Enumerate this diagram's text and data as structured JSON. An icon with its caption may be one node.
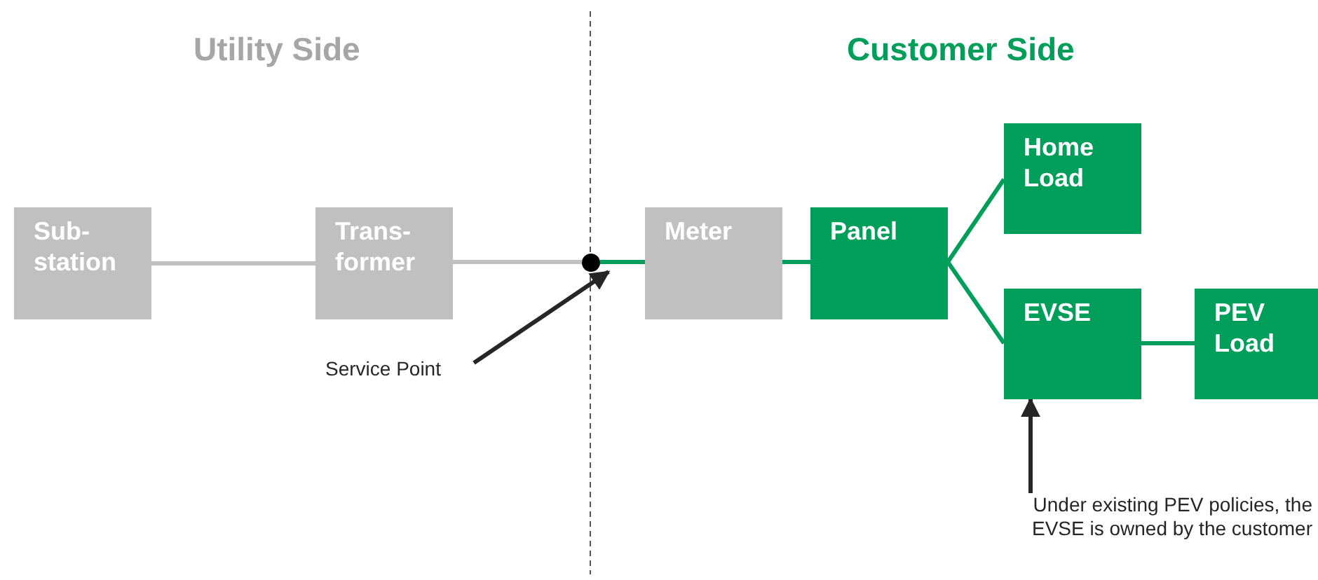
{
  "diagram": {
    "nodes": [
      {
        "text": [
          "Sub- station"
        ]
      },
      {
        "text": [
          "Trans- former"
        ]
      },
      {
        "text": [],
        "shape": "circle"
      },
      {
        "text": [
          "Meter"
        ]
      },
      {
        "text": [
          "Panel"
        ]
      },
      {
        "text": [
          "Home Load"
        ]
      },
      {
        "text": [
          "EVSE"
        ]
      },
      {
        "text": [
          "PEV Load"
        ]
      },
      {
        "text": [
          "Service Point"
        ]
      },
      {
        "text": [
          "Under existing PEV policies, the EVSE is owned by the customer"
        ]
      }
    ],
    "edges": [
      {
        "from": 0,
        "to": 1,
        "arrow": "none",
        "color": "#c0c0c0"
      },
      {
        "from": 1,
        "to": 2,
        "arrow": "none",
        "color": "#c0c0c0"
      },
      {
        "from": 2,
        "to": 3,
        "arrow": "none"
      },
      {
        "from": 3,
        "to": 4,
        "arrow": "none"
      },
      {
        "from": 4,
        "to": 5,
        "arrow": "none"
      },
      {
        "from": 4,
        "to": 6,
        "arrow": "none"
      },
      {
        "from": 6,
        "to": 7,
        "arrow": "none"
      },
      {
        "from": 8,
        "to": 2,
        "arrow": "to",
        "color": "#262626"
      },
      {
        "from": 9,
        "to": 6,
        "arrow": "to",
        "color": "#262626"
      }
    ],
    "labels": [
      "Utility Side",
      "Customer Side"
    ]
  }
}
